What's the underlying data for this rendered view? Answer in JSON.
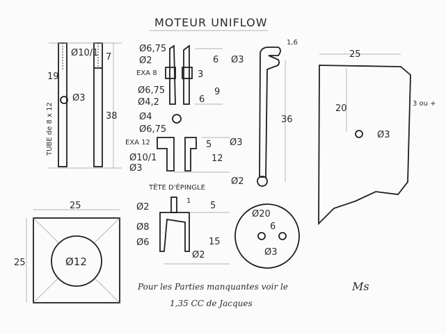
{
  "title": "MOTEUR UNIFLOW",
  "tube": {
    "label": "TUBE de 8 x 12",
    "d_thread": "Ø10/1",
    "len_top": "19",
    "hole": "Ø3",
    "thread_len": "7",
    "total": "38"
  },
  "valve": {
    "d1": "Ø6,75",
    "d2": "Ø2",
    "hex": "EXA 8",
    "d3": "Ø6,75",
    "d4": "Ø4,2",
    "ball": "Ø4",
    "dim_6a": "6",
    "dim_3": "3",
    "dim_9": "9",
    "dim_6b": "6"
  },
  "plug": {
    "d1": "Ø6,75",
    "hex": "EXA 12",
    "thread": "Ø10/1",
    "bore": "Ø3",
    "dim_5": "5",
    "dim_12": "12"
  },
  "rod": {
    "top": "Ø3",
    "pin": "1,6",
    "len": "36",
    "mid": "Ø3",
    "bottom": "Ø2"
  },
  "plate": {
    "width": "25",
    "height": "20",
    "hole": "Ø3",
    "thick": "3 ou +"
  },
  "square": {
    "width": "25",
    "height": "25",
    "center": "Ø12"
  },
  "piston": {
    "pin_label": "TÊTE D'ÉPINGLE",
    "pin_d": "Ø2",
    "pin_h": "1",
    "d_outer": "Ø8",
    "d_inner": "Ø6",
    "hole": "Ø2",
    "dim_5": "5",
    "dim_15": "15"
  },
  "disc": {
    "d": "Ø20",
    "spacing": "6",
    "holes": "Ø3"
  },
  "note": {
    "line1": "Pour les Parties manquantes voir le",
    "line2": "1,35 CC de Jacques"
  },
  "signature": "Ms"
}
